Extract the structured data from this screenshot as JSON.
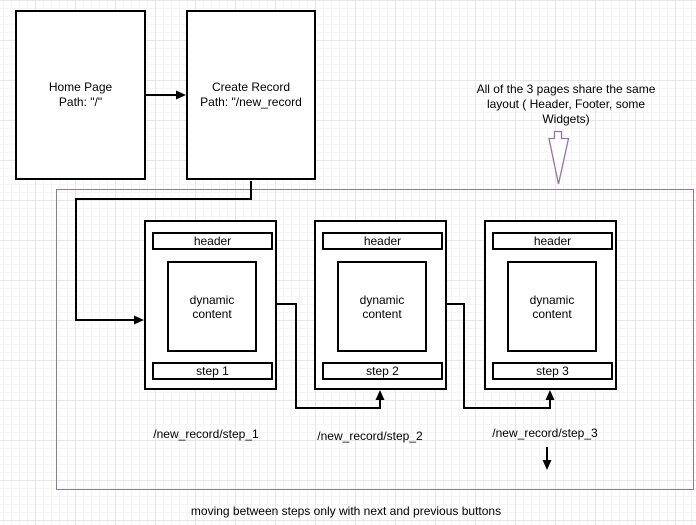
{
  "canvas": {
    "nodes": {
      "home": {
        "lines": [
          "Home Page",
          "Path: \"/\""
        ]
      },
      "create": {
        "lines": [
          "Create Record",
          "Path: \"/new_record"
        ]
      }
    },
    "note": {
      "lines": [
        "All of the 3 pages share the same",
        "layout ( Header, Footer, some",
        "Widgets)"
      ]
    },
    "pages": [
      {
        "header": "header",
        "content": "dynamic content",
        "step": "step 1",
        "path_label": "/new_record/step_1"
      },
      {
        "header": "header",
        "content": "dynamic content",
        "step": "step 2",
        "path_label": "/new_record/step_2"
      },
      {
        "header": "header",
        "content": "dynamic content",
        "step": "step 3",
        "path_label": "/new_record/step_3"
      }
    ],
    "footer_note": "moving between steps only with next and previous buttons",
    "colors": {
      "container_purple": "#9673a6",
      "shape_stroke": "#000000",
      "shape_fill": "#ffffff",
      "grid_major": "#e6e6e6",
      "grid_minor": "#f5f5f5"
    }
  }
}
